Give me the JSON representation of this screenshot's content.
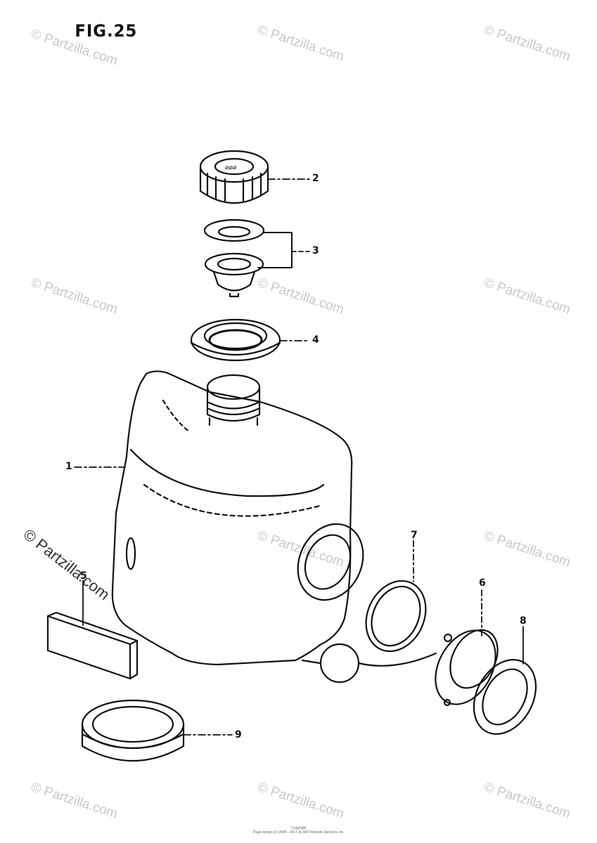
{
  "figure": {
    "title": "FIG.25"
  },
  "watermark": {
    "text": "© Partzilla.com"
  },
  "callouts": [
    {
      "id": "1",
      "label": "1"
    },
    {
      "id": "2",
      "label": "2"
    },
    {
      "id": "3",
      "label": "3"
    },
    {
      "id": "4",
      "label": "4"
    },
    {
      "id": "5",
      "label": "5"
    },
    {
      "id": "6",
      "label": "6"
    },
    {
      "id": "7",
      "label": "7"
    },
    {
      "id": "8",
      "label": "8"
    },
    {
      "id": "9",
      "label": "9"
    }
  ],
  "footer": {
    "line1": "Copyright",
    "line2": "Page design (c) 2004 - 2017 by ARI Network Services, Inc."
  },
  "colors": {
    "ink": "#111111",
    "watermark": "#c8c8c8",
    "paper": "#ffffff"
  }
}
